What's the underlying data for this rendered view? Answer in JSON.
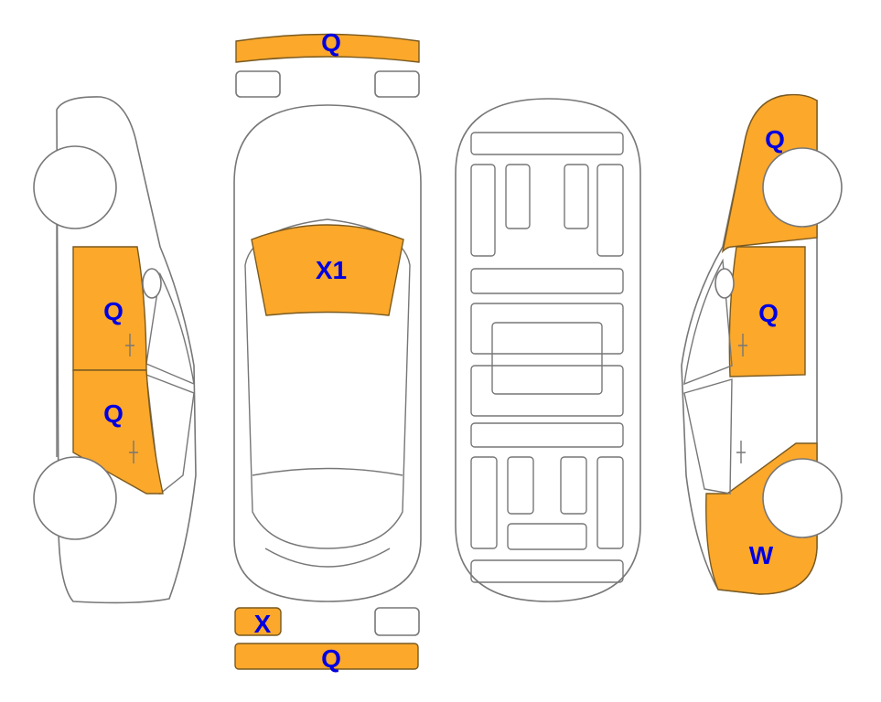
{
  "colors": {
    "damage_fill": "#FBA82B",
    "label": "#0000E0",
    "outline": "#777777"
  },
  "diagram": {
    "top_view": {
      "front_bumper": "Q",
      "windshield": "X1",
      "rear_left_light": "X",
      "rear_bumper": "Q"
    },
    "left_side": {
      "front_door": "Q",
      "rear_door": "Q"
    },
    "right_side": {
      "rear_quarter": "Q",
      "rear_door": "Q",
      "front_fender": "W"
    }
  }
}
